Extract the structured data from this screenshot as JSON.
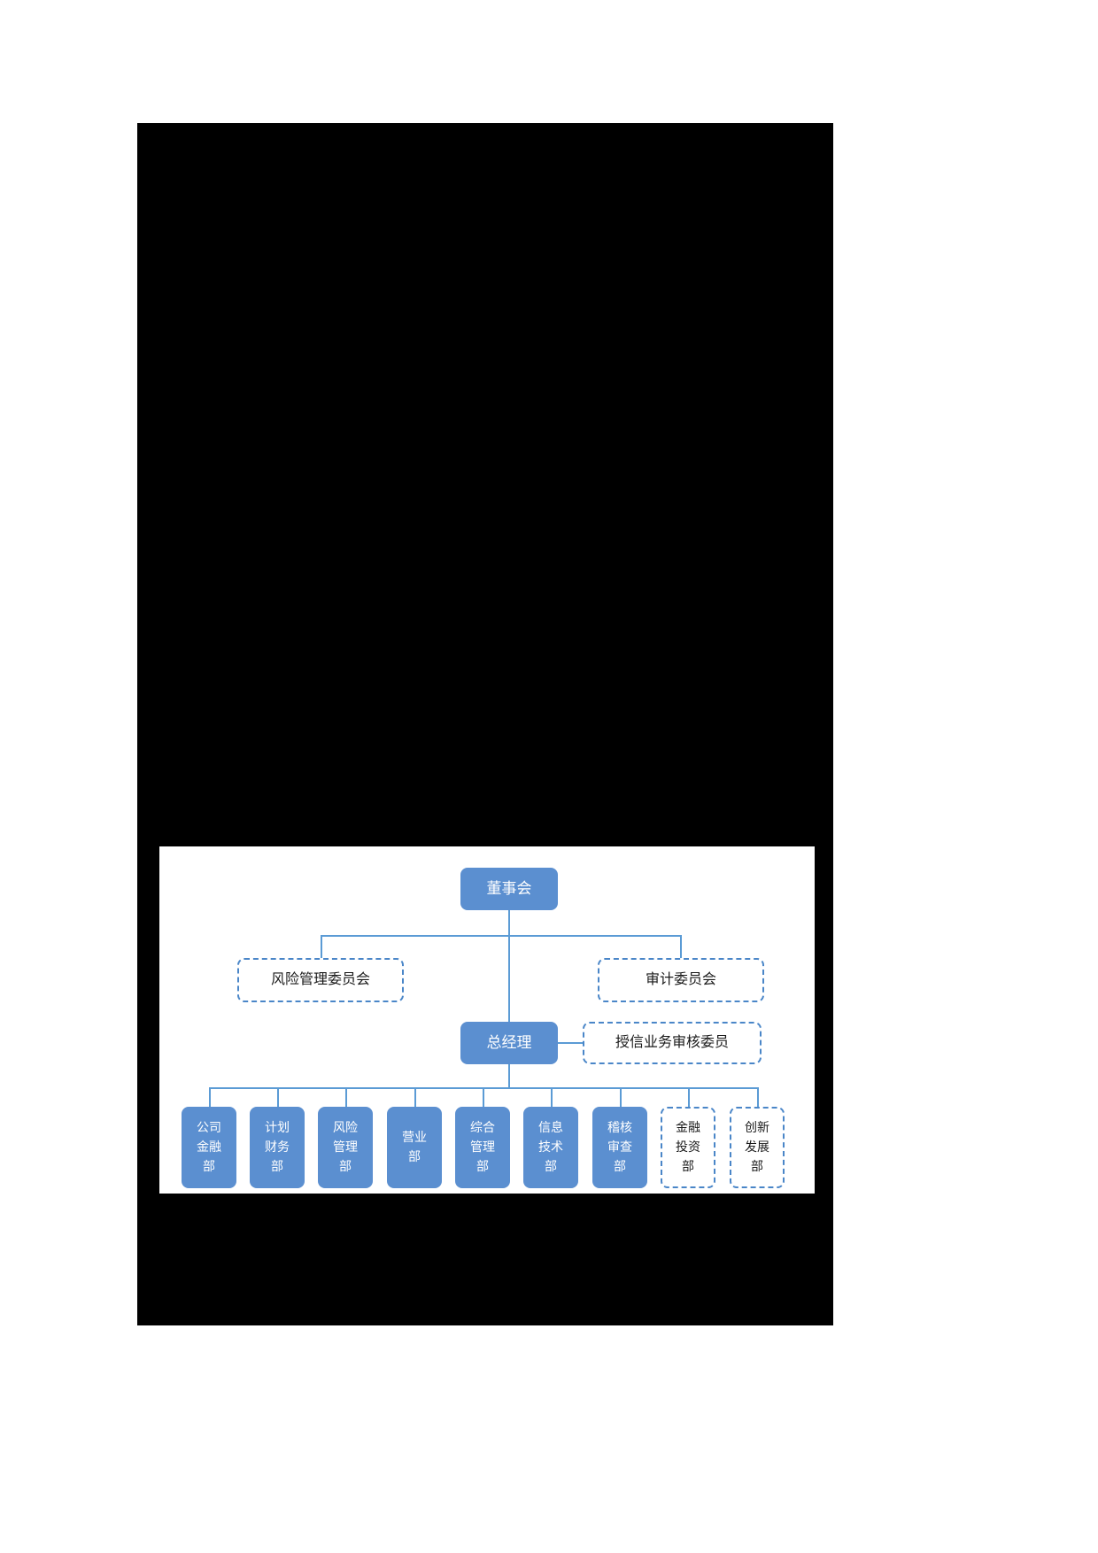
{
  "document": {
    "page_background": "#ffffff",
    "redacted_panel_color": "#000000",
    "chart_background": "#ffffff"
  },
  "colors": {
    "node_fill": "#5b8fd0",
    "node_text": "#ffffff",
    "dashed_border": "#4a86c8",
    "dashed_text": "#1a1a1a",
    "connector": "#5b9bd5"
  },
  "chart_data": {
    "type": "diagram",
    "title": "",
    "diagram_kind": "organization-chart",
    "orientation": "top-down",
    "levels": [
      {
        "level": 1,
        "nodes": [
          {
            "id": "board",
            "label": "董事会",
            "style": "solid"
          }
        ]
      },
      {
        "level": 2,
        "nodes": [
          {
            "id": "risk-committee",
            "label": "风险管理委员会",
            "style": "dashed"
          },
          {
            "id": "audit-committee",
            "label": "审计委员会",
            "style": "dashed"
          }
        ]
      },
      {
        "level": 3,
        "nodes": [
          {
            "id": "general-manager",
            "label": "总经理",
            "style": "solid"
          },
          {
            "id": "credit-review-committee",
            "label": "授信业务审核委员",
            "style": "dashed"
          }
        ]
      },
      {
        "level": 4,
        "nodes": [
          {
            "id": "corporate-finance-dept",
            "label": "公司\n金融\n部",
            "style": "solid"
          },
          {
            "id": "planning-finance-dept",
            "label": "计划\n财务\n部",
            "style": "solid"
          },
          {
            "id": "risk-management-dept",
            "label": "风险\n管理\n部",
            "style": "solid"
          },
          {
            "id": "business-dept",
            "label": "营业\n部",
            "style": "solid"
          },
          {
            "id": "general-management-dept",
            "label": "综合\n管理\n部",
            "style": "solid"
          },
          {
            "id": "information-technology-dept",
            "label": "信息\n技术\n部",
            "style": "solid"
          },
          {
            "id": "audit-review-dept",
            "label": "稽核\n审查\n部",
            "style": "solid"
          },
          {
            "id": "financial-investment-dept",
            "label": "金融\n投资\n部",
            "style": "dashed"
          },
          {
            "id": "innovation-development-dept",
            "label": "创新\n发展\n部",
            "style": "dashed"
          }
        ]
      }
    ],
    "edges": [
      {
        "from": "board",
        "to": "risk-committee"
      },
      {
        "from": "board",
        "to": "audit-committee"
      },
      {
        "from": "board",
        "to": "general-manager"
      },
      {
        "from": "general-manager",
        "to": "credit-review-committee"
      },
      {
        "from": "general-manager",
        "to": "corporate-finance-dept"
      },
      {
        "from": "general-manager",
        "to": "planning-finance-dept"
      },
      {
        "from": "general-manager",
        "to": "risk-management-dept"
      },
      {
        "from": "general-manager",
        "to": "business-dept"
      },
      {
        "from": "general-manager",
        "to": "general-management-dept"
      },
      {
        "from": "general-manager",
        "to": "information-technology-dept"
      },
      {
        "from": "general-manager",
        "to": "audit-review-dept"
      },
      {
        "from": "general-manager",
        "to": "financial-investment-dept"
      },
      {
        "from": "general-manager",
        "to": "innovation-development-dept"
      }
    ]
  }
}
